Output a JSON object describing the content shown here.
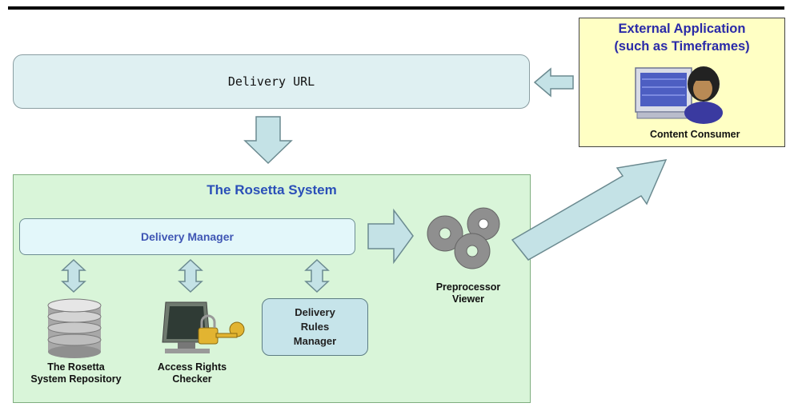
{
  "delivery_url": "Delivery URL",
  "external": {
    "title_line1": "External Application",
    "title_line2": "(such as Timeframes)",
    "consumer_label": "Content Consumer"
  },
  "rosetta": {
    "title": "The Rosetta System",
    "delivery_manager": "Delivery Manager",
    "rules": [
      "Delivery",
      "Rules",
      "Manager"
    ],
    "repository": [
      "The Rosetta",
      "System Repository"
    ],
    "access": [
      "Access Rights",
      "Checker"
    ],
    "preprocessor": [
      "Preprocessor",
      "Viewer"
    ]
  },
  "colors": {
    "arrow_fill": "#c4e2e6",
    "arrow_stroke": "#6b8a90",
    "title_blue": "#2a4fb8",
    "external_bg": "#ffffc4",
    "rosetta_bg": "#d9f5d9"
  }
}
